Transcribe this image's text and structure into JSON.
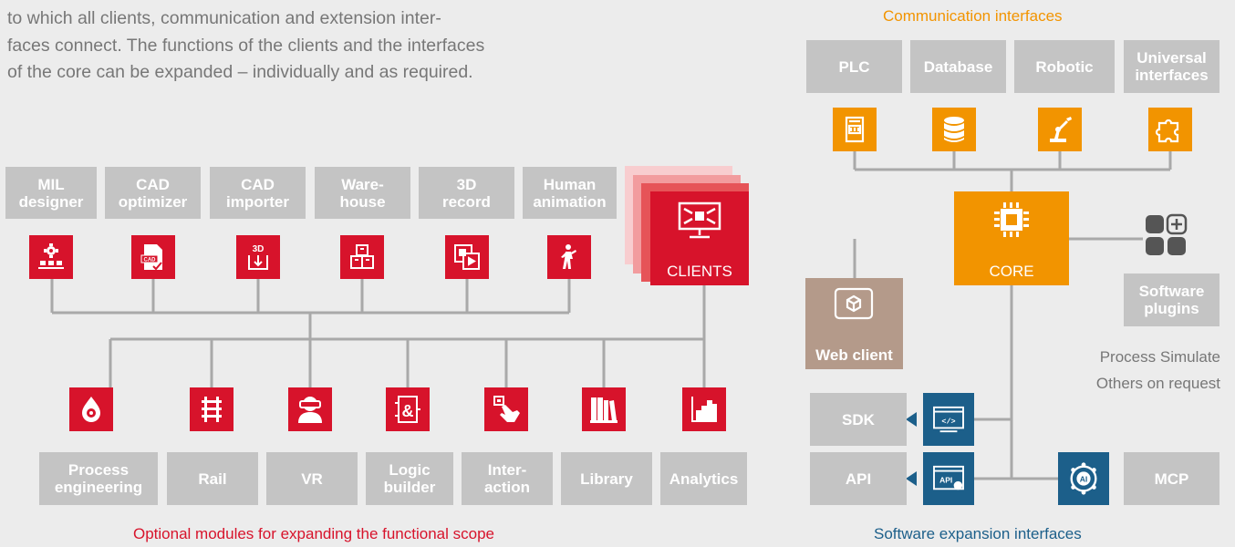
{
  "intro": {
    "lines": [
      "to which all clients, communication and extension inter-",
      "faces connect. The functions of the clients and the interfaces",
      "of the core can be expanded – individually and as required."
    ]
  },
  "communication": {
    "title": "Communication interfaces",
    "items": [
      {
        "label": "PLC",
        "icon": "plc-icon"
      },
      {
        "label": "Database",
        "icon": "database-icon"
      },
      {
        "label": "Robotic",
        "icon": "robot-arm-icon"
      },
      {
        "label": "Universal interfaces",
        "icon": "puzzle-icon"
      }
    ]
  },
  "clients_top": [
    {
      "label": "MIL designer",
      "icon": "gear-conveyor-icon"
    },
    {
      "label": "CAD optimizer",
      "icon": "cad-file-icon"
    },
    {
      "label": "CAD importer",
      "icon": "3d-import-icon",
      "icon_text": "3D"
    },
    {
      "label": "Ware- house",
      "icon": "warehouse-boxes-icon"
    },
    {
      "label": "3D record",
      "icon": "record-icon"
    },
    {
      "label": "Human animation",
      "icon": "mannequin-icon"
    }
  ],
  "clients_bottom": [
    {
      "label": "Process engineering",
      "icon": "drop-gear-icon"
    },
    {
      "label": "Rail",
      "icon": "rail-icon"
    },
    {
      "label": "VR",
      "icon": "vr-headset-icon"
    },
    {
      "label": "Logic builder",
      "icon": "logic-ampersand-icon",
      "icon_text": "&"
    },
    {
      "label": "Inter- action",
      "icon": "touch-hand-icon"
    },
    {
      "label": "Library",
      "icon": "books-icon"
    },
    {
      "label": "Analytics",
      "icon": "bar-chart-icon"
    }
  ],
  "clients_hub": {
    "label": "CLIENTS",
    "icon": "monitor-icon"
  },
  "core_hub": {
    "label": "CORE",
    "icon": "chip-icon"
  },
  "web_client": {
    "label": "Web client",
    "icon": "tablet-cube-icon"
  },
  "plugins": {
    "label": "Software plugins",
    "icon": "plugin-grid-icon"
  },
  "process_note": {
    "line1": "Process Simulate",
    "line2": "Others on request"
  },
  "expansion": {
    "title": "Software expansion interfaces",
    "sdk": {
      "label": "SDK",
      "icon": "code-window-icon",
      "icon_text": "</>"
    },
    "api": {
      "label": "API",
      "icon": "api-window-icon",
      "icon_text": "API"
    },
    "mcp": {
      "label": "MCP",
      "icon": "ai-brain-icon",
      "icon_text": "AI"
    }
  },
  "optional_caption": "Optional modules for expanding the functional scope",
  "colors": {
    "red": "#d7132b",
    "orange": "#f29400",
    "grey": "#c4c4c4",
    "brown": "#b49a8a",
    "blue": "#1c5f8a",
    "line": "#a9a9a9",
    "gold": "#c8831f"
  }
}
